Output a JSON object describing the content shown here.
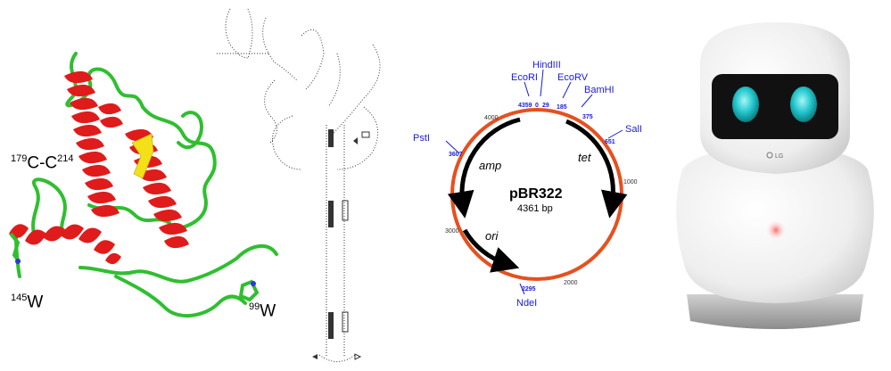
{
  "protein": {
    "label_disulfide_pre": "179",
    "label_disulfide_mid": "C-C",
    "label_disulfide_sup": "214",
    "label_w145_sup": "145",
    "label_w145": "W",
    "label_w99_sup": "99",
    "label_w99": "W",
    "colors": {
      "helix": "#e01b1b",
      "loop": "#2fbf2f",
      "disulfide": "#f2e019",
      "tryptophan": "#2fbf2f"
    }
  },
  "plasmid": {
    "name": "pBR322",
    "size": "4361 bp",
    "scale_labels": {
      "s1000": "1000",
      "s2000": "2000",
      "s3000": "3000",
      "s4000": "4000"
    },
    "genes": {
      "amp": "amp",
      "tet": "tet",
      "ori": "ori"
    },
    "sites": [
      {
        "name": "EcoRI",
        "pos": "4359"
      },
      {
        "name": "HindIII",
        "pos": "29"
      },
      {
        "name": "EcoRV",
        "pos": "185"
      },
      {
        "name": "BamHI",
        "pos": "375"
      },
      {
        "name": "SalI",
        "pos": "651"
      },
      {
        "name": "PstI",
        "pos": "3607"
      },
      {
        "name": "NdeI",
        "pos": "2295"
      }
    ],
    "zero_label": "0",
    "colors": {
      "ring": "#e6501e",
      "site": "#1a1adb",
      "arrow": "#000000"
    }
  },
  "robot": {
    "brand": "LG",
    "colors": {
      "eyes": "#22c6cc",
      "body": "#f4f4f4",
      "base": "#a8a8a8",
      "screen": "#111111"
    }
  }
}
